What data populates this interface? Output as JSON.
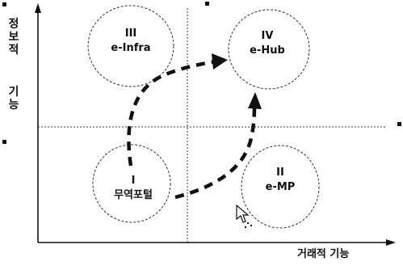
{
  "diagram": {
    "y_axis_label": {
      "chars_top": [
        "정",
        "보",
        "적"
      ],
      "chars_bottom": [
        "기",
        "능"
      ]
    },
    "x_axis_label": "거래적 기능",
    "quadrants": {
      "top_left": {
        "numeral": "III",
        "name": "e-Infra"
      },
      "top_right": {
        "numeral": "IV",
        "name": "e-Hub"
      },
      "bottom_left": {
        "numeral": "I",
        "name": "무역포털"
      },
      "bottom_right": {
        "numeral": "II",
        "name": "e-MP"
      }
    }
  }
}
